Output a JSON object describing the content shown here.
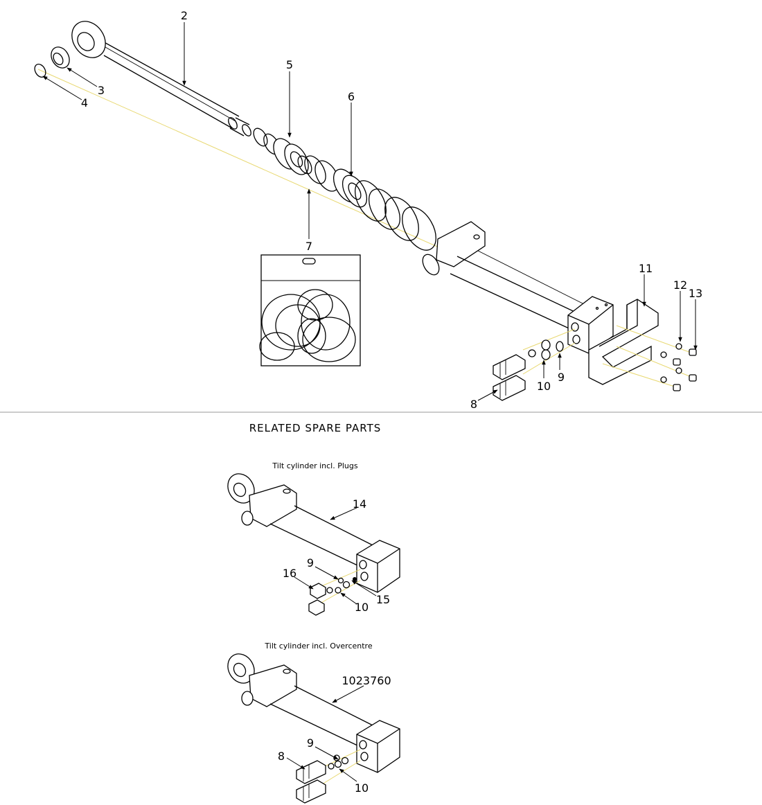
{
  "main_drawing": {
    "callouts": [
      "2",
      "3",
      "4",
      "5",
      "6",
      "7",
      "8",
      "9",
      "10",
      "11",
      "12",
      "13"
    ]
  },
  "related": {
    "heading": "RELATED SPARE PARTS",
    "plugs": {
      "title": "Tilt cylinder incl. Plugs",
      "callouts": [
        "14",
        "9",
        "16",
        "15",
        "10"
      ]
    },
    "overcentre": {
      "title": "Tilt cylinder incl. Overcentre",
      "callouts": [
        "1023760",
        "9",
        "8",
        "10"
      ]
    }
  }
}
